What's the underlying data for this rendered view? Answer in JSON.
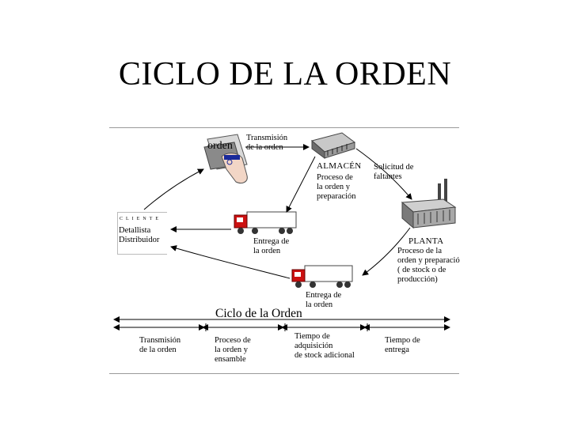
{
  "title": "CICLO DE LA ORDEN",
  "order_icon_label": "orden",
  "labels": {
    "transmision": [
      "Transmisión",
      "de la orden"
    ],
    "almacen": "ALMACÉN",
    "almacen_proceso": [
      "Proceso de",
      "la orden y",
      "preparación"
    ],
    "solicitud": [
      "Solicitud de",
      "faltantes"
    ],
    "cliente_header": "CLIENTE",
    "cliente": [
      "Detallista",
      "Distribuidor"
    ],
    "entrega1": [
      "Entrega de",
      "la orden"
    ],
    "planta": "PLANTA",
    "planta_proceso": [
      "Proceso de la",
      "orden y preparació",
      "( de stock o de",
      "producción)"
    ],
    "entrega2": [
      "Entrega de",
      "la orden"
    ]
  },
  "cycle": {
    "title": "Ciclo de la Orden",
    "phases": [
      [
        "Transmisión",
        "de la orden"
      ],
      [
        "Proceso de",
        "la orden y",
        "ensamble"
      ],
      [
        "Tiempo  de",
        "adquisición",
        "de stock adicional"
      ],
      [
        "Tiempo de",
        "entrega"
      ]
    ]
  },
  "colors": {
    "truck_red": "#cc1111",
    "line_gray": "#9a9a9a"
  }
}
